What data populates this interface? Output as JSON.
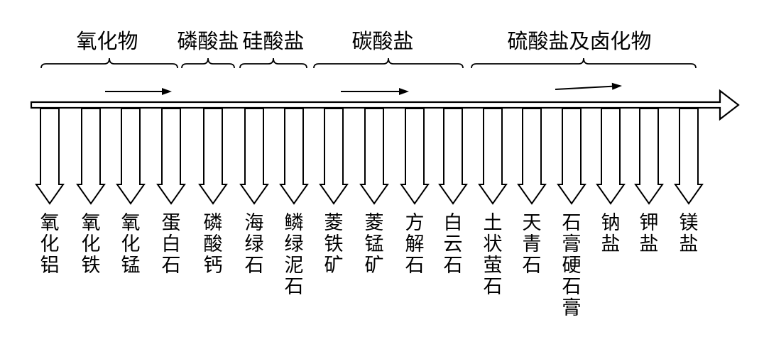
{
  "colors": {
    "stroke": "#000000",
    "background": "#ffffff"
  },
  "groups": [
    {
      "label": "氧化物",
      "first": 0,
      "last": 3
    },
    {
      "label": "磷酸盐",
      "first": 4,
      "last": 4
    },
    {
      "label": "硅酸盐",
      "first": 5,
      "last": 6
    },
    {
      "label": "碳酸盐",
      "first": 7,
      "last": 10
    },
    {
      "label": "硫酸盐及卤化物",
      "first": 11,
      "last": 16
    }
  ],
  "minerals": [
    "氧化铝",
    "氧化铁",
    "氧化锰",
    "蛋白石",
    "磷酸钙",
    "海绿石",
    "鳞绿泥石",
    "菱铁矿",
    "菱锰矿",
    "方解石",
    "白云石",
    "土状萤石",
    "天青石",
    "石膏硬石膏",
    "钠盐",
    "钾盐",
    "镁盐"
  ],
  "arrows": {
    "main": "sequence-arrow",
    "small_count": 3,
    "down_count": 17
  }
}
